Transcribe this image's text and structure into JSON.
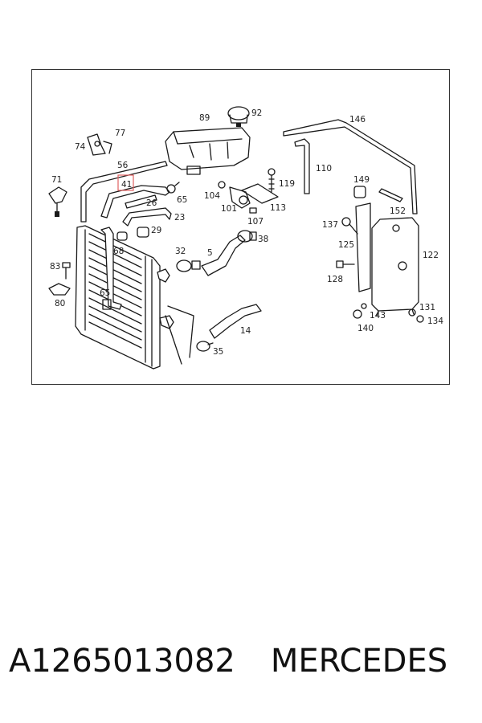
{
  "diagram": {
    "highlight_color": "#e06060",
    "highlighted_label": "41",
    "labels": {
      "89": "89",
      "92": "92",
      "146": "146",
      "77": "77",
      "74": "74",
      "56": "56",
      "41": "41",
      "26": "26",
      "65a": "65",
      "104": "104",
      "110": "110",
      "119": "119",
      "71": "71",
      "149": "149",
      "101": "101",
      "113": "113",
      "107": "107",
      "23": "23",
      "29": "29",
      "152": "152",
      "137": "137",
      "38": "38",
      "125": "125",
      "83": "83",
      "68": "68",
      "32": "32",
      "5": "5",
      "122": "122",
      "128": "128",
      "65b": "65",
      "80": "80",
      "131": "131",
      "143": "143",
      "134": "134",
      "140": "140",
      "14": "14",
      "35": "35"
    }
  },
  "footer": {
    "part_number": "A1265013082",
    "brand": "MERCEDES"
  }
}
